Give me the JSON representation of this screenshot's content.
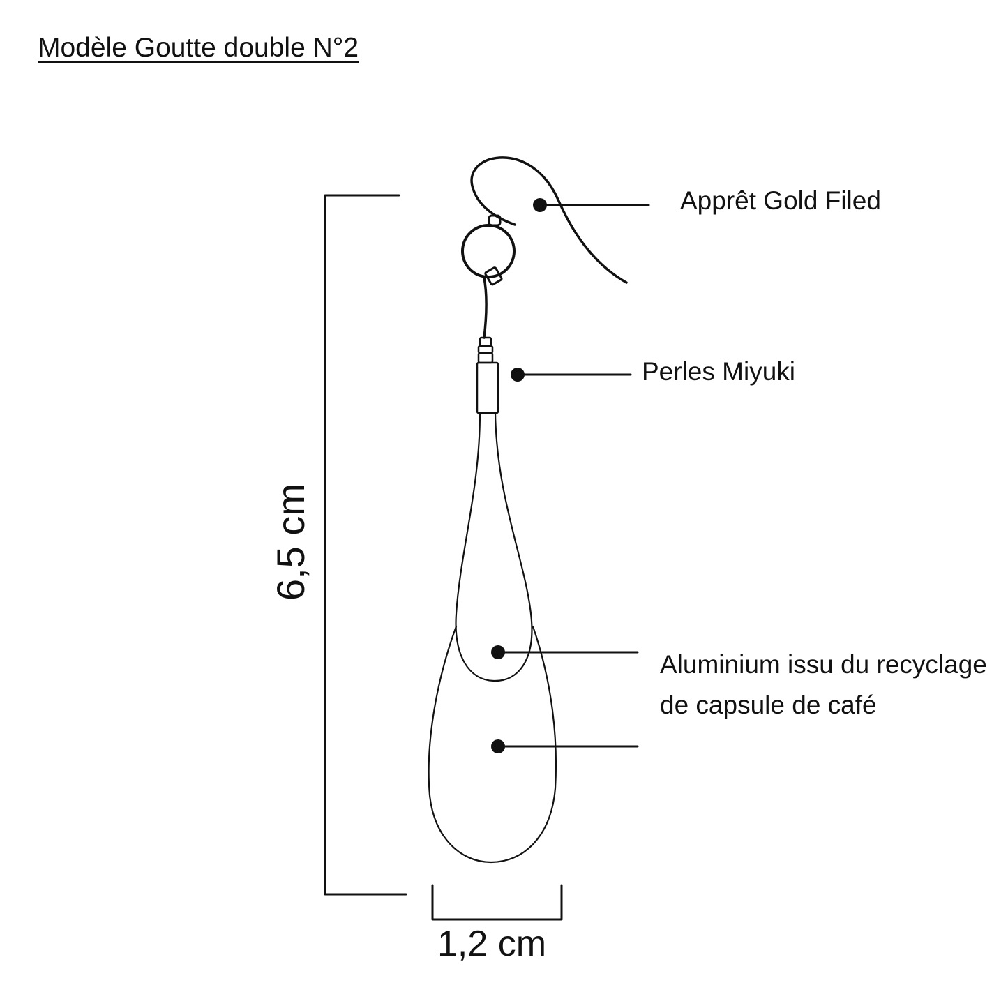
{
  "title": "Modèle Goutte double N°2",
  "colors": {
    "ink": "#111111",
    "background": "#ffffff"
  },
  "labels": {
    "hook": "Apprêt Gold Filed",
    "beads": "Perles Miyuki",
    "aluminium": "Aluminium issu du recyclage de capsule de café"
  },
  "dimensions": {
    "height": "6,5 cm",
    "width": "1,2 cm"
  }
}
